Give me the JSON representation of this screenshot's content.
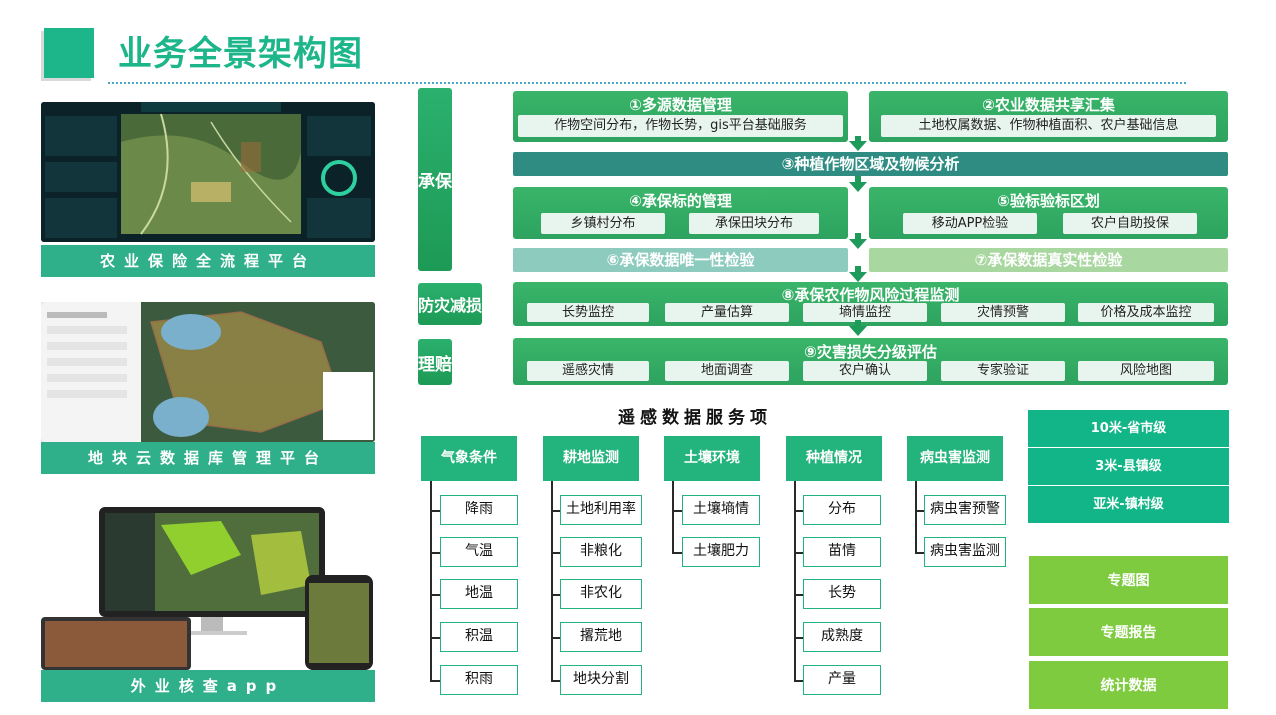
{
  "title": "业务全景架构图",
  "captions": {
    "c1": "农业保险全流程平台",
    "c2": "地块云数据库管理平台",
    "c3": "外业核查app"
  },
  "sections": {
    "cb": "承保",
    "fz": "防灾减损",
    "lp": "理赔"
  },
  "box1": {
    "title": "①多源数据管理",
    "sub": "作物空间分布，作物长势，gis平台基础服务"
  },
  "box2": {
    "title": "②农业数据共享汇集",
    "sub": "土地权属数据、作物种植面积、农户基础信息"
  },
  "box3": {
    "title": "③种植作物区域及物候分析"
  },
  "box4": {
    "title": "④承保标的管理",
    "items": [
      "乡镇村分布",
      "承保田块分布"
    ]
  },
  "box5": {
    "title": "⑤验标验标区划",
    "items": [
      "移动APP检验",
      "农户自助投保"
    ]
  },
  "box6": {
    "title": "⑥承保数据唯一性检验"
  },
  "box7": {
    "title": "⑦承保数据真实性检验"
  },
  "box8": {
    "title": "⑧承保农作物风险过程监测",
    "items": [
      "长势监控",
      "产量估算",
      "墒情监控",
      "灾情预警",
      "价格及成本监控"
    ]
  },
  "box9": {
    "title": "⑨灾害损失分级评估",
    "items": [
      "遥感灾情",
      "地面调查",
      "农户确认",
      "专家验证",
      "风险地图"
    ]
  },
  "rs": {
    "title": "遥感数据服务项",
    "cats": [
      {
        "name": "气象条件",
        "items": [
          "降雨",
          "气温",
          "地温",
          "积温",
          "积雨"
        ]
      },
      {
        "name": "耕地监测",
        "items": [
          "土地利用率",
          "非粮化",
          "非农化",
          "撂荒地",
          "地块分割"
        ]
      },
      {
        "name": "土壤环境",
        "items": [
          "土壤墒情",
          "土壤肥力"
        ]
      },
      {
        "name": "种植情况",
        "items": [
          "分布",
          "苗情",
          "长势",
          "成熟度",
          "产量"
        ]
      },
      {
        "name": "病虫害监测",
        "items": [
          "病虫害预警",
          "病虫害监测"
        ]
      }
    ]
  },
  "resolutions": [
    "10米-省市级",
    "3米-县镇级",
    "亚米-镇村级"
  ],
  "products": [
    "专题图",
    "专题报告",
    "统计数据"
  ],
  "colors": {
    "accent": "#1db58a",
    "green": "#2da35f",
    "teal": "#2e8c82",
    "lime": "#7ecb3f"
  }
}
